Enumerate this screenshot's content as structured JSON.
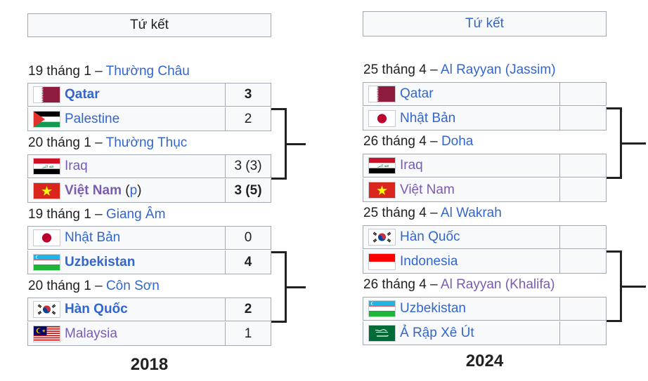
{
  "left": {
    "header": "Tứ kết",
    "year": "2018",
    "matches": [
      {
        "date": "19 tháng 1 – ",
        "venue": "Thường Châu",
        "venue_visited": false,
        "teams": [
          {
            "flag": "qatar-flag",
            "name": "Qatar",
            "score": "3",
            "winner": true,
            "visited": false,
            "pen": ""
          },
          {
            "flag": "palestine-flag",
            "name": "Palestine",
            "score": "2",
            "winner": false,
            "visited": false,
            "pen": ""
          }
        ]
      },
      {
        "date": "20 tháng 1 – ",
        "venue": "Thường Thục",
        "venue_visited": false,
        "teams": [
          {
            "flag": "iraq-flag",
            "name": "Iraq",
            "score": "3 (3)",
            "winner": false,
            "visited": true,
            "pen": ""
          },
          {
            "flag": "vietnam-flag",
            "name": "Việt Nam",
            "score": "3 (5)",
            "winner": true,
            "visited": true,
            "pen": "p"
          }
        ]
      },
      {
        "date": "19 tháng 1 – ",
        "venue": "Giang Âm",
        "venue_visited": false,
        "teams": [
          {
            "flag": "japan-flag",
            "name": "Nhật Bản",
            "score": "0",
            "winner": false,
            "visited": false,
            "pen": ""
          },
          {
            "flag": "uzbekistan-flag",
            "name": "Uzbekistan",
            "score": "4",
            "winner": true,
            "visited": false,
            "pen": ""
          }
        ]
      },
      {
        "date": "20 tháng 1 – ",
        "venue": "Côn Sơn",
        "venue_visited": false,
        "teams": [
          {
            "flag": "south-korea-flag",
            "name": "Hàn Quốc",
            "score": "2",
            "winner": true,
            "visited": false,
            "pen": ""
          },
          {
            "flag": "malaysia-flag",
            "name": "Malaysia",
            "score": "1",
            "winner": false,
            "visited": true,
            "pen": ""
          }
        ]
      }
    ]
  },
  "right": {
    "header": "Tứ kết",
    "year": "2024",
    "matches": [
      {
        "date": "25 tháng 4 – ",
        "venue": "Al Rayyan (Jassim)",
        "venue_visited": false,
        "teams": [
          {
            "flag": "qatar-flag",
            "name": "Qatar",
            "score": "",
            "winner": false,
            "visited": false,
            "pen": ""
          },
          {
            "flag": "japan-flag",
            "name": "Nhật Bản",
            "score": "",
            "winner": false,
            "visited": false,
            "pen": ""
          }
        ]
      },
      {
        "date": "26 tháng 4 – ",
        "venue": "Doha",
        "venue_visited": false,
        "teams": [
          {
            "flag": "iraq-flag",
            "name": "Iraq",
            "score": "",
            "winner": false,
            "visited": true,
            "pen": ""
          },
          {
            "flag": "vietnam-flag",
            "name": "Việt Nam",
            "score": "",
            "winner": false,
            "visited": true,
            "pen": ""
          }
        ]
      },
      {
        "date": "25 tháng 4 – ",
        "venue": "Al Wakrah",
        "venue_visited": false,
        "teams": [
          {
            "flag": "south-korea-flag",
            "name": "Hàn Quốc",
            "score": "",
            "winner": false,
            "visited": false,
            "pen": ""
          },
          {
            "flag": "indonesia-flag",
            "name": "Indonesia",
            "score": "",
            "winner": false,
            "visited": false,
            "pen": ""
          }
        ]
      },
      {
        "date": "26 tháng 4 – ",
        "venue": "Al Rayyan (Khalifa)",
        "venue_visited": true,
        "teams": [
          {
            "flag": "uzbekistan-flag",
            "name": "Uzbekistan",
            "score": "",
            "winner": false,
            "visited": false,
            "pen": ""
          },
          {
            "flag": "saudi-arabia-flag",
            "name": "Ả Rập Xê Út",
            "score": "",
            "winner": false,
            "visited": false,
            "pen": ""
          }
        ]
      }
    ]
  },
  "colors": {
    "link": "#3366cc",
    "visited": "#795cb2",
    "cell_bg": "#f8f9fa",
    "border": "#a2a9b1",
    "bracket": "#202122"
  }
}
